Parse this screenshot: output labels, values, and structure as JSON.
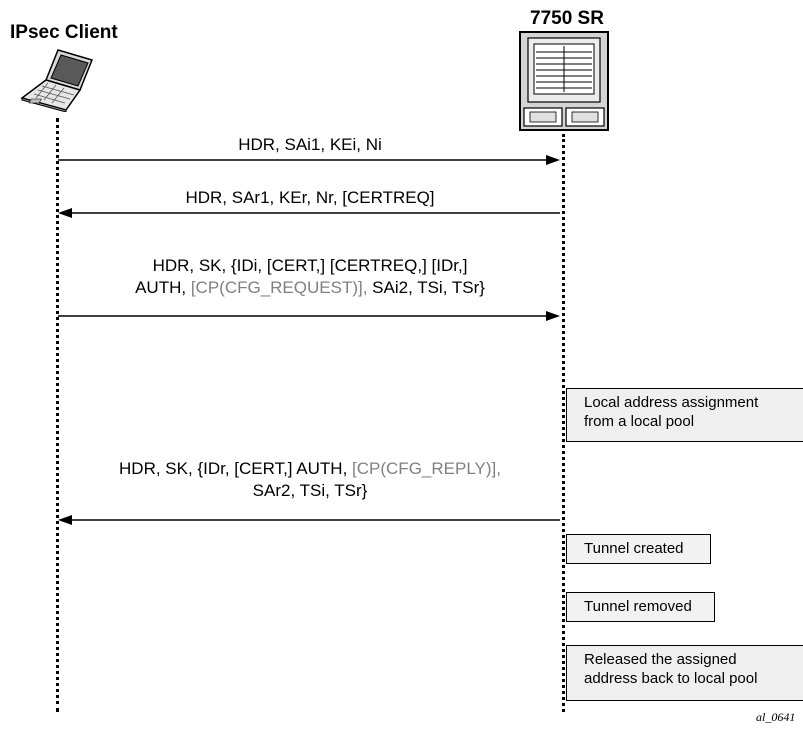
{
  "actors": {
    "client": {
      "title": "IPsec Client",
      "icon": "laptop-icon"
    },
    "router": {
      "title": "7750 SR",
      "icon": "router-chassis-icon"
    }
  },
  "messages": [
    {
      "direction": "client-to-router",
      "line1": "HDR, SAi1, KEi, Ni"
    },
    {
      "direction": "router-to-client",
      "line1": "HDR, SAr1, KEr, Nr, [CERTREQ]"
    },
    {
      "direction": "client-to-router",
      "line1": "HDR, SK, {IDi, [CERT,] [CERTREQ,] [IDr,]",
      "line2_a": "AUTH, ",
      "line2_grey": "[CP(CFG_REQUEST)],",
      "line2_b": " SAi2, TSi, TSr}"
    },
    {
      "direction": "router-to-client",
      "line1_a": "HDR, SK, {IDr, [CERT,] AUTH, ",
      "line1_grey": "[CP(CFG_REPLY)],",
      "line2": "SAr2, TSi, TSr}"
    }
  ],
  "notes": [
    {
      "line1": "Local address assignment",
      "line2": "from a local pool"
    },
    {
      "line1": "Tunnel created"
    },
    {
      "line1": "Tunnel removed"
    },
    {
      "line1": "Released the assigned",
      "line2": "address back to local pool"
    }
  ],
  "footer": "al_0641",
  "colors": {
    "line": "#000000",
    "grey_text": "#808080",
    "note_fill": "#efefef"
  }
}
